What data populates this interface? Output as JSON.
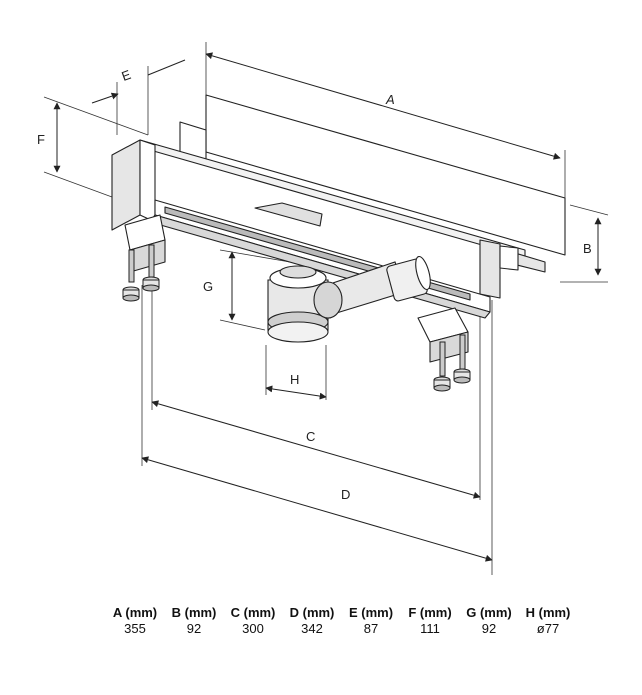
{
  "drawing": {
    "labels": {
      "a": "A",
      "b": "B",
      "c": "C",
      "d": "D",
      "e": "E",
      "f": "F",
      "g": "G",
      "h": "H"
    },
    "colors": {
      "line": "#222222",
      "plate": "#ffffff",
      "shade": "#e6e6e6",
      "dark": "#9a9a9a"
    }
  },
  "dimensions": [
    {
      "header": "A (mm)",
      "value": "355"
    },
    {
      "header": "B (mm)",
      "value": "92"
    },
    {
      "header": "C (mm)",
      "value": "300"
    },
    {
      "header": "D (mm)",
      "value": "342"
    },
    {
      "header": "E (mm)",
      "value": "87"
    },
    {
      "header": "F (mm)",
      "value": "111"
    },
    {
      "header": "G (mm)",
      "value": "92"
    },
    {
      "header": "H (mm)",
      "value": "ø77"
    }
  ]
}
